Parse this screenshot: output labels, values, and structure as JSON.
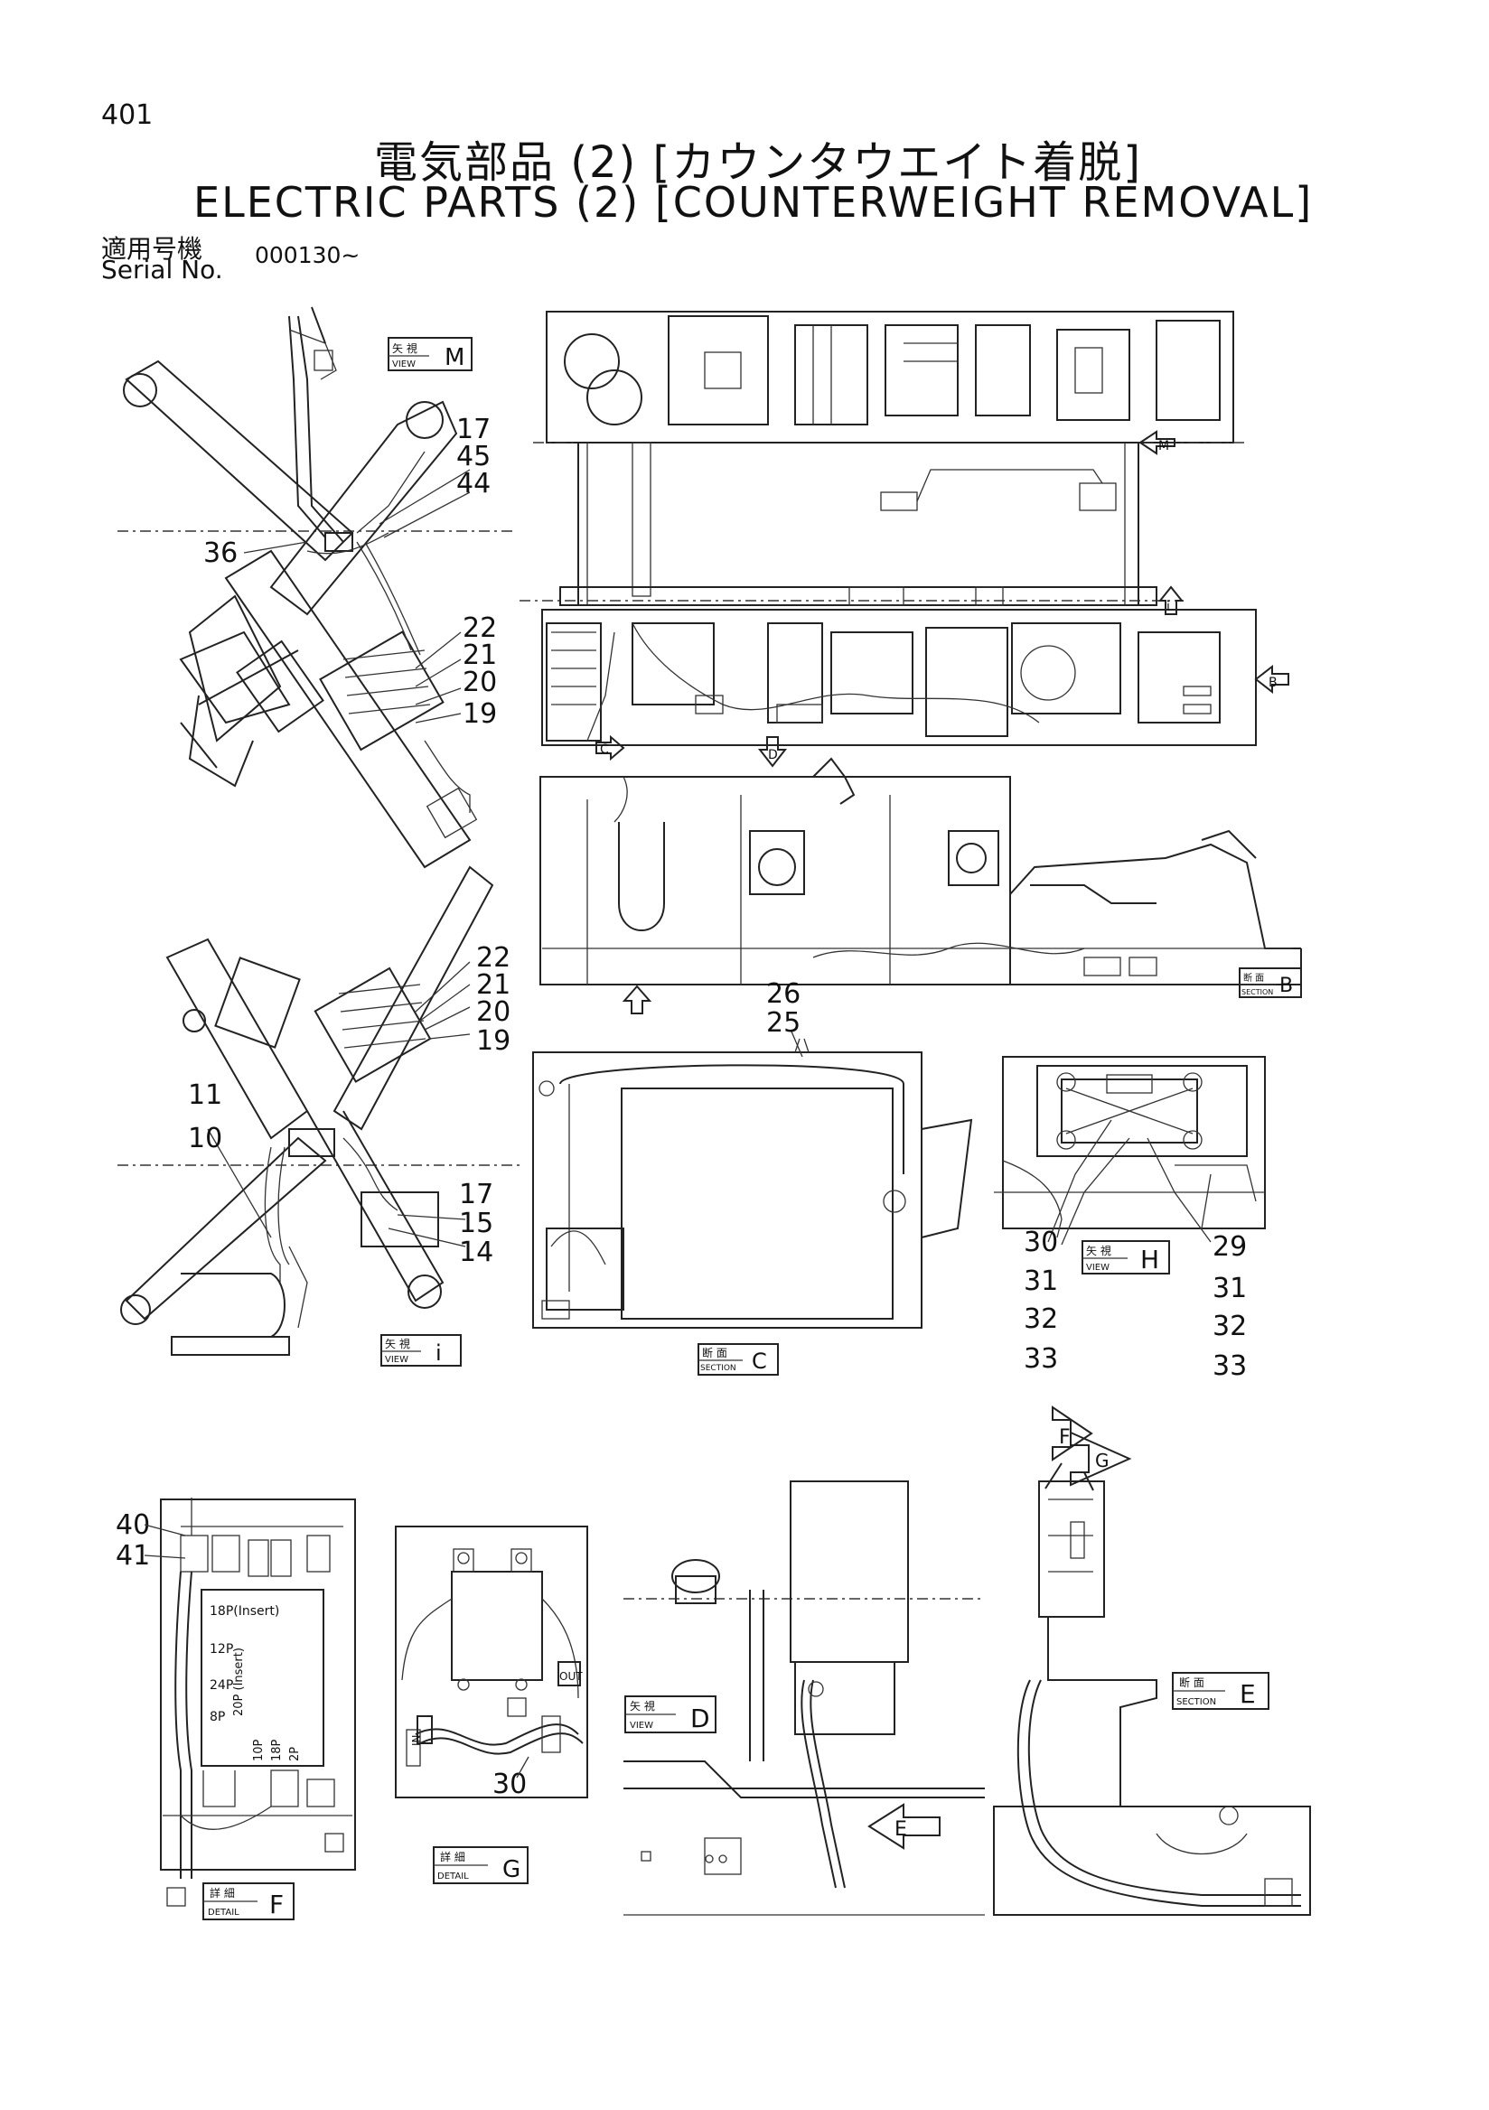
{
  "header": {
    "page_number": "401",
    "title_jp": "電気部品 (2) [カウンタウエイト着脱]",
    "title_en": "ELECTRIC PARTS (2) [COUNTERWEIGHT REMOVAL]",
    "serial_label_jp": "適用号機",
    "serial_label_en": "Serial No.",
    "serial_value": "000130~"
  },
  "views": {
    "view_m": {
      "jp": "矢 視",
      "en": "VIEW",
      "letter": "M"
    },
    "view_i": {
      "jp": "矢 視",
      "en": "VIEW",
      "letter": "i"
    },
    "view_h": {
      "jp": "矢 視",
      "en": "VIEW",
      "letter": "H"
    },
    "view_d": {
      "jp": "矢 視",
      "en": "VIEW",
      "letter": "D"
    },
    "section_b": {
      "jp": "断 面",
      "en": "SECTION",
      "letter": "B"
    },
    "section_c": {
      "jp": "断 面",
      "en": "SECTION",
      "letter": "C"
    },
    "section_e": {
      "jp": "断 面",
      "en": "SECTION",
      "letter": "E"
    },
    "detail_f": {
      "jp": "詳 細",
      "en": "DETAIL",
      "letter": "F"
    },
    "detail_g": {
      "jp": "詳 細",
      "en": "DETAIL",
      "letter": "G"
    }
  },
  "arrows": {
    "m": "M",
    "b": "B",
    "c": "C",
    "d": "D",
    "i": "i",
    "e": "E",
    "f": "F",
    "g": "G"
  },
  "callouts": {
    "a17": "17",
    "a45": "45",
    "a44": "44",
    "a36": "36",
    "a22": "22",
    "a21": "21",
    "a20": "20",
    "a19": "19",
    "b22": "22",
    "b21": "21",
    "b20": "20",
    "b19": "19",
    "b11": "11",
    "b10": "10",
    "b17": "17",
    "b15": "15",
    "b14": "14",
    "c26": "26",
    "c25": "25",
    "h30": "30",
    "h31": "31",
    "h32": "32",
    "h33": "33",
    "h29": "29",
    "h31b": "31",
    "h32b": "32",
    "h33b": "33",
    "f40": "40",
    "f41": "41",
    "g30": "30"
  },
  "connectors": {
    "p18": "18P(Insert)",
    "p12": "12P",
    "p24": "24P",
    "p20": "20P (Insert)",
    "p8": "8P",
    "p10": "10P",
    "p18b": "18P",
    "p2": "2P"
  },
  "terminals": {
    "in": "IN",
    "out": "OUT"
  },
  "colors": {
    "line": "#222222",
    "background": "#ffffff"
  }
}
